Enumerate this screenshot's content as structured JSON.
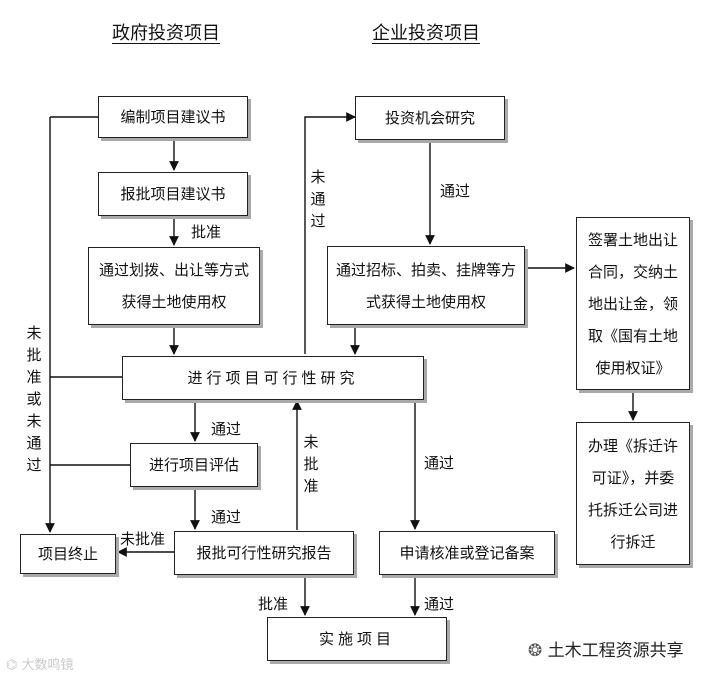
{
  "headers": {
    "gov": "政府投资项目",
    "ent": "企业投资项目"
  },
  "boxes": {
    "compile_proposal": "编制项目建议书",
    "submit_proposal": "报批项目建议书",
    "gov_land": "通过划拨、出让等方式获得土地使用权",
    "invest_research": "投资机会研究",
    "ent_land": "通过招标、拍卖、挂牌等方式获得土地使用权",
    "sign_contract": "签署土地出让合同，交纳土地出让金，领取《国有土地使用权证》",
    "relocation": "办理《拆迁许可证》，并委托拆迁公司进行拆迁",
    "feasibility": "进行项目可行性研究",
    "evaluation": "进行项目评估",
    "termination": "项目终止",
    "submit_report": "报批可行性研究报告",
    "apply_approval": "申请核准或登记备案",
    "implement": "实施项目"
  },
  "labels": {
    "approved_1": "批准",
    "passed_ent": "通过",
    "not_passed_ent": "未通过",
    "not_approved_left": "未批准或未通过",
    "passed_eval": "通过",
    "passed_report": "通过",
    "not_approved_mid": "未批准",
    "not_approved_term": "未批准",
    "passed_apply": "通过",
    "approved_impl": "批准",
    "passed_impl": "通过"
  },
  "watermarks": {
    "left": "大数鸣镜",
    "right": "土木工程资源共享"
  }
}
